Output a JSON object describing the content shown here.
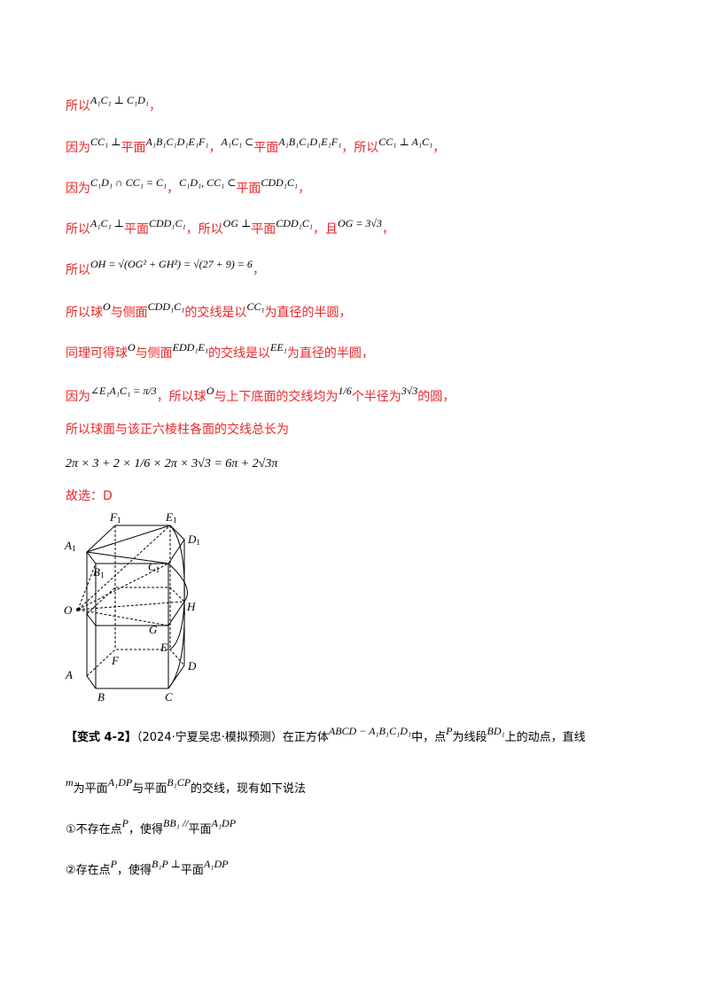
{
  "lines": [
    {
      "id": "l1",
      "parts": [
        {
          "t": "所以",
          "k": "cn"
        },
        {
          "t": "A₁C₁ ⊥ C₁D₁",
          "k": "m"
        },
        {
          "t": "，",
          "k": "cn"
        }
      ]
    },
    {
      "id": "l2",
      "parts": [
        {
          "t": "因为",
          "k": "cn"
        },
        {
          "t": "CC₁ ⊥",
          "k": "m"
        },
        {
          "t": "平面",
          "k": "cn"
        },
        {
          "t": "A₁B₁C₁D₁E₁F₁",
          "k": "m"
        },
        {
          "t": "，",
          "k": "cn"
        },
        {
          "t": "A₁C₁ ⊂",
          "k": "m"
        },
        {
          "t": "平面",
          "k": "cn"
        },
        {
          "t": "A₁B₁C₁D₁E₁F₁",
          "k": "m"
        },
        {
          "t": "，所以",
          "k": "cn"
        },
        {
          "t": "CC₁ ⊥ A₁C₁",
          "k": "m"
        },
        {
          "t": "，",
          "k": "cn"
        }
      ]
    },
    {
      "id": "l3",
      "parts": [
        {
          "t": "因为",
          "k": "cn"
        },
        {
          "t": "C₁D₁ ∩ CC₁ = C₁",
          "k": "m"
        },
        {
          "t": "，",
          "k": "cn"
        },
        {
          "t": "C₁D₁, CC₁ ⊂",
          "k": "m"
        },
        {
          "t": "平面",
          "k": "cn"
        },
        {
          "t": "CDD₁C₁",
          "k": "m"
        },
        {
          "t": "，",
          "k": "cn"
        }
      ]
    },
    {
      "id": "l4",
      "parts": [
        {
          "t": "所以",
          "k": "cn"
        },
        {
          "t": "A₁C₁ ⊥",
          "k": "m"
        },
        {
          "t": "平面",
          "k": "cn"
        },
        {
          "t": "CDD₁C₁",
          "k": "m"
        },
        {
          "t": "，所以",
          "k": "cn"
        },
        {
          "t": "OG ⊥",
          "k": "m"
        },
        {
          "t": "平面",
          "k": "cn"
        },
        {
          "t": "CDD₁C₁",
          "k": "m"
        },
        {
          "t": "，且",
          "k": "cn"
        },
        {
          "t": "OG = 3√3",
          "k": "m"
        },
        {
          "t": "，",
          "k": "cn"
        }
      ]
    },
    {
      "id": "l5",
      "parts": [
        {
          "t": "所以",
          "k": "cn"
        },
        {
          "t": "OH = √(OG² + GH²) = √(27 + 9) = 6",
          "k": "m"
        },
        {
          "t": "，",
          "k": "cn"
        }
      ]
    },
    {
      "id": "l6",
      "parts": [
        {
          "t": "所以球",
          "k": "cn"
        },
        {
          "t": "O",
          "k": "m"
        },
        {
          "t": "与侧面",
          "k": "cn"
        },
        {
          "t": "CDD₁C₁",
          "k": "m"
        },
        {
          "t": "的交线是以",
          "k": "cn"
        },
        {
          "t": "CC₁",
          "k": "m"
        },
        {
          "t": "为直径的半圆，",
          "k": "cn"
        }
      ]
    },
    {
      "id": "l7",
      "parts": [
        {
          "t": "同理可得球",
          "k": "cn"
        },
        {
          "t": "O",
          "k": "m"
        },
        {
          "t": "与侧面",
          "k": "cn"
        },
        {
          "t": "EDD₁E₁",
          "k": "m"
        },
        {
          "t": "的交线是以",
          "k": "cn"
        },
        {
          "t": "EE₁",
          "k": "m"
        },
        {
          "t": "为直径的半圆，",
          "k": "cn"
        }
      ]
    },
    {
      "id": "l8",
      "parts": [
        {
          "t": "因为",
          "k": "cn"
        },
        {
          "t": "∠E₁A₁C₁ = π/3",
          "k": "m"
        },
        {
          "t": "，所以球",
          "k": "cn"
        },
        {
          "t": "O",
          "k": "m"
        },
        {
          "t": "与上下底面的交线均为",
          "k": "cn"
        },
        {
          "t": "1/6",
          "k": "m"
        },
        {
          "t": "个半径为",
          "k": "cn"
        },
        {
          "t": "3√3",
          "k": "m"
        },
        {
          "t": "的圆，",
          "k": "cn"
        }
      ]
    },
    {
      "id": "l9",
      "parts": [
        {
          "t": "所以球面与该正六棱柱各面的交线总长为",
          "k": "cn"
        }
      ]
    },
    {
      "id": "l10",
      "parts": [
        {
          "t": "2π × 3 + 2 × 1/6 × 2π × 3√3 = 6π + 2√3π",
          "k": "m"
        }
      ]
    },
    {
      "id": "l11",
      "parts": [
        {
          "t": "故选：D",
          "k": "cn"
        }
      ]
    }
  ],
  "figure_labels": {
    "F1": "F",
    "E1": "E",
    "A1": "A",
    "D1": "D",
    "B1": "B",
    "C1": "C",
    "O": "O",
    "H": "H",
    "G": "G",
    "E": "E",
    "F": "F",
    "A": "A",
    "D": "D",
    "B": "B",
    "C": "C",
    "sub1": "1"
  },
  "variant": {
    "tag": "【变式 4-2】",
    "source": "（2024·宁夏吴忠·模拟预测）在正方体",
    "cube": "ABCD − A₁B₁C₁D₁",
    "t1": "中，点",
    "P": "P",
    "t2": "为线段",
    "seg": "BD₁",
    "t3": "上的动点，直线",
    "m": "m",
    "t4": "为平面",
    "plane1": "A₁DP",
    "t5": "与平面",
    "plane2": "B₁CP",
    "t6": "的交线，现有如下说法",
    "s1a": "①不存在点",
    "s1b": "，使得",
    "s1c": "BB₁ //",
    "s1d": "平面",
    "s1e": "A₁DP",
    "s2a": "②存在点",
    "s2b": "，使得",
    "s2c": "B₁P ⊥",
    "s2d": "平面",
    "s2e": "A₁DP"
  }
}
